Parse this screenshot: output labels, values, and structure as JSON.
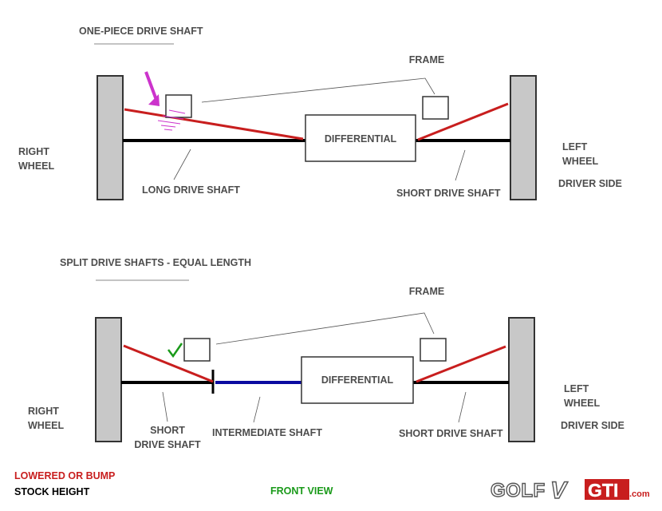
{
  "colors": {
    "lowered": "#c81e1e",
    "stock": "#000000",
    "intermediate": "#0a0aa0",
    "wheel": "#c8c8c8",
    "label": "#4d4d4d",
    "front_view": "#1a9a1a",
    "arrow": "#cc33cc",
    "check": "#1a9a1a"
  },
  "top": {
    "title": "ONE-PIECE DRIVE SHAFT",
    "frame": "FRAME",
    "right_wheel_line1": "RIGHT",
    "right_wheel_line2": "WHEEL",
    "left_wheel_line1": "LEFT",
    "left_wheel_line2": "WHEEL",
    "driver_side": "DRIVER SIDE",
    "differential": "DIFFERENTIAL",
    "long_shaft": "LONG DRIVE SHAFT",
    "short_shaft": "SHORT DRIVE SHAFT"
  },
  "bottom": {
    "title": "SPLIT DRIVE SHAFTS - EQUAL LENGTH",
    "frame": "FRAME",
    "right_wheel_line1": "RIGHT",
    "right_wheel_line2": "WHEEL",
    "left_wheel_line1": "LEFT",
    "left_wheel_line2": "WHEEL",
    "driver_side": "DRIVER SIDE",
    "differential": "DIFFERENTIAL",
    "short_shaft_left_line1": "SHORT",
    "short_shaft_left_line2": "DRIVE SHAFT",
    "intermediate_shaft": "INTERMEDIATE SHAFT",
    "short_shaft_right": "SHORT DRIVE SHAFT"
  },
  "legend": {
    "lowered": "LOWERED OR BUMP",
    "stock": "STOCK HEIGHT",
    "front_view": "FRONT VIEW"
  },
  "logo": {
    "part1": "GOLF",
    "part2": "V",
    "part3": "GTI",
    "part4": ".com"
  }
}
